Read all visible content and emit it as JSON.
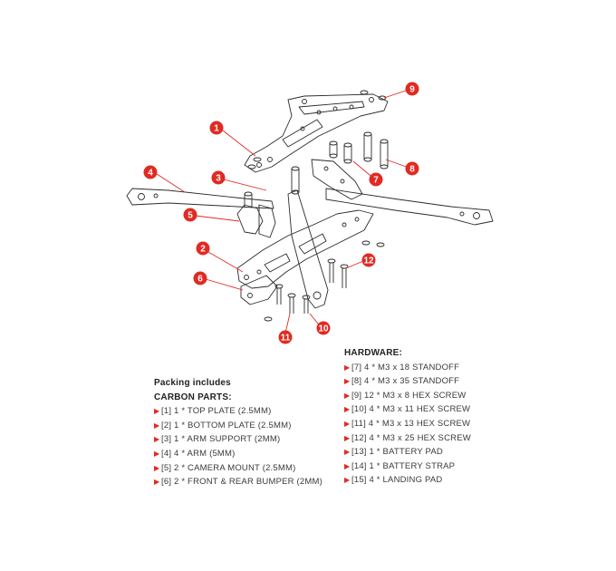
{
  "callouts": [
    "1",
    "2",
    "3",
    "4",
    "5",
    "6",
    "7",
    "8",
    "9",
    "10",
    "11",
    "12"
  ],
  "packing_title": "Packing includes",
  "carbon_title": "CARBON PARTS:",
  "carbon_items": [
    "[1] 1 * TOP PLATE (2.5MM)",
    "[2] 1 * BOTTOM PLATE (2.5MM)",
    "[3] 1 * ARM SUPPORT (2MM)",
    "[4] 4 * ARM (5MM)",
    "[5] 2 * CAMERA MOUNT (2.5MM)",
    "[6] 2 * FRONT & REAR BUMPER (2MM)"
  ],
  "hardware_title": "HARDWARE:",
  "hardware_items": [
    "[7] 4 * M3 x 18 STANDOFF",
    "[8] 4 * M3 x 35 STANDOFF",
    "[9] 12 * M3 x 8 HEX SCREW",
    "[10] 4 * M3 x 11 HEX SCREW",
    "[11] 4 * M3 x 13 HEX SCREW",
    "[12] 4 * M3 x 25 HEX SCREW",
    "[13] 1 * BATTERY PAD",
    "[14] 1 * BATTERY STRAP",
    "[15] 4 * LANDING PAD"
  ],
  "colors": {
    "accent": "#e02a22",
    "line": "#2b2b2b",
    "text": "#3a3a3a"
  }
}
